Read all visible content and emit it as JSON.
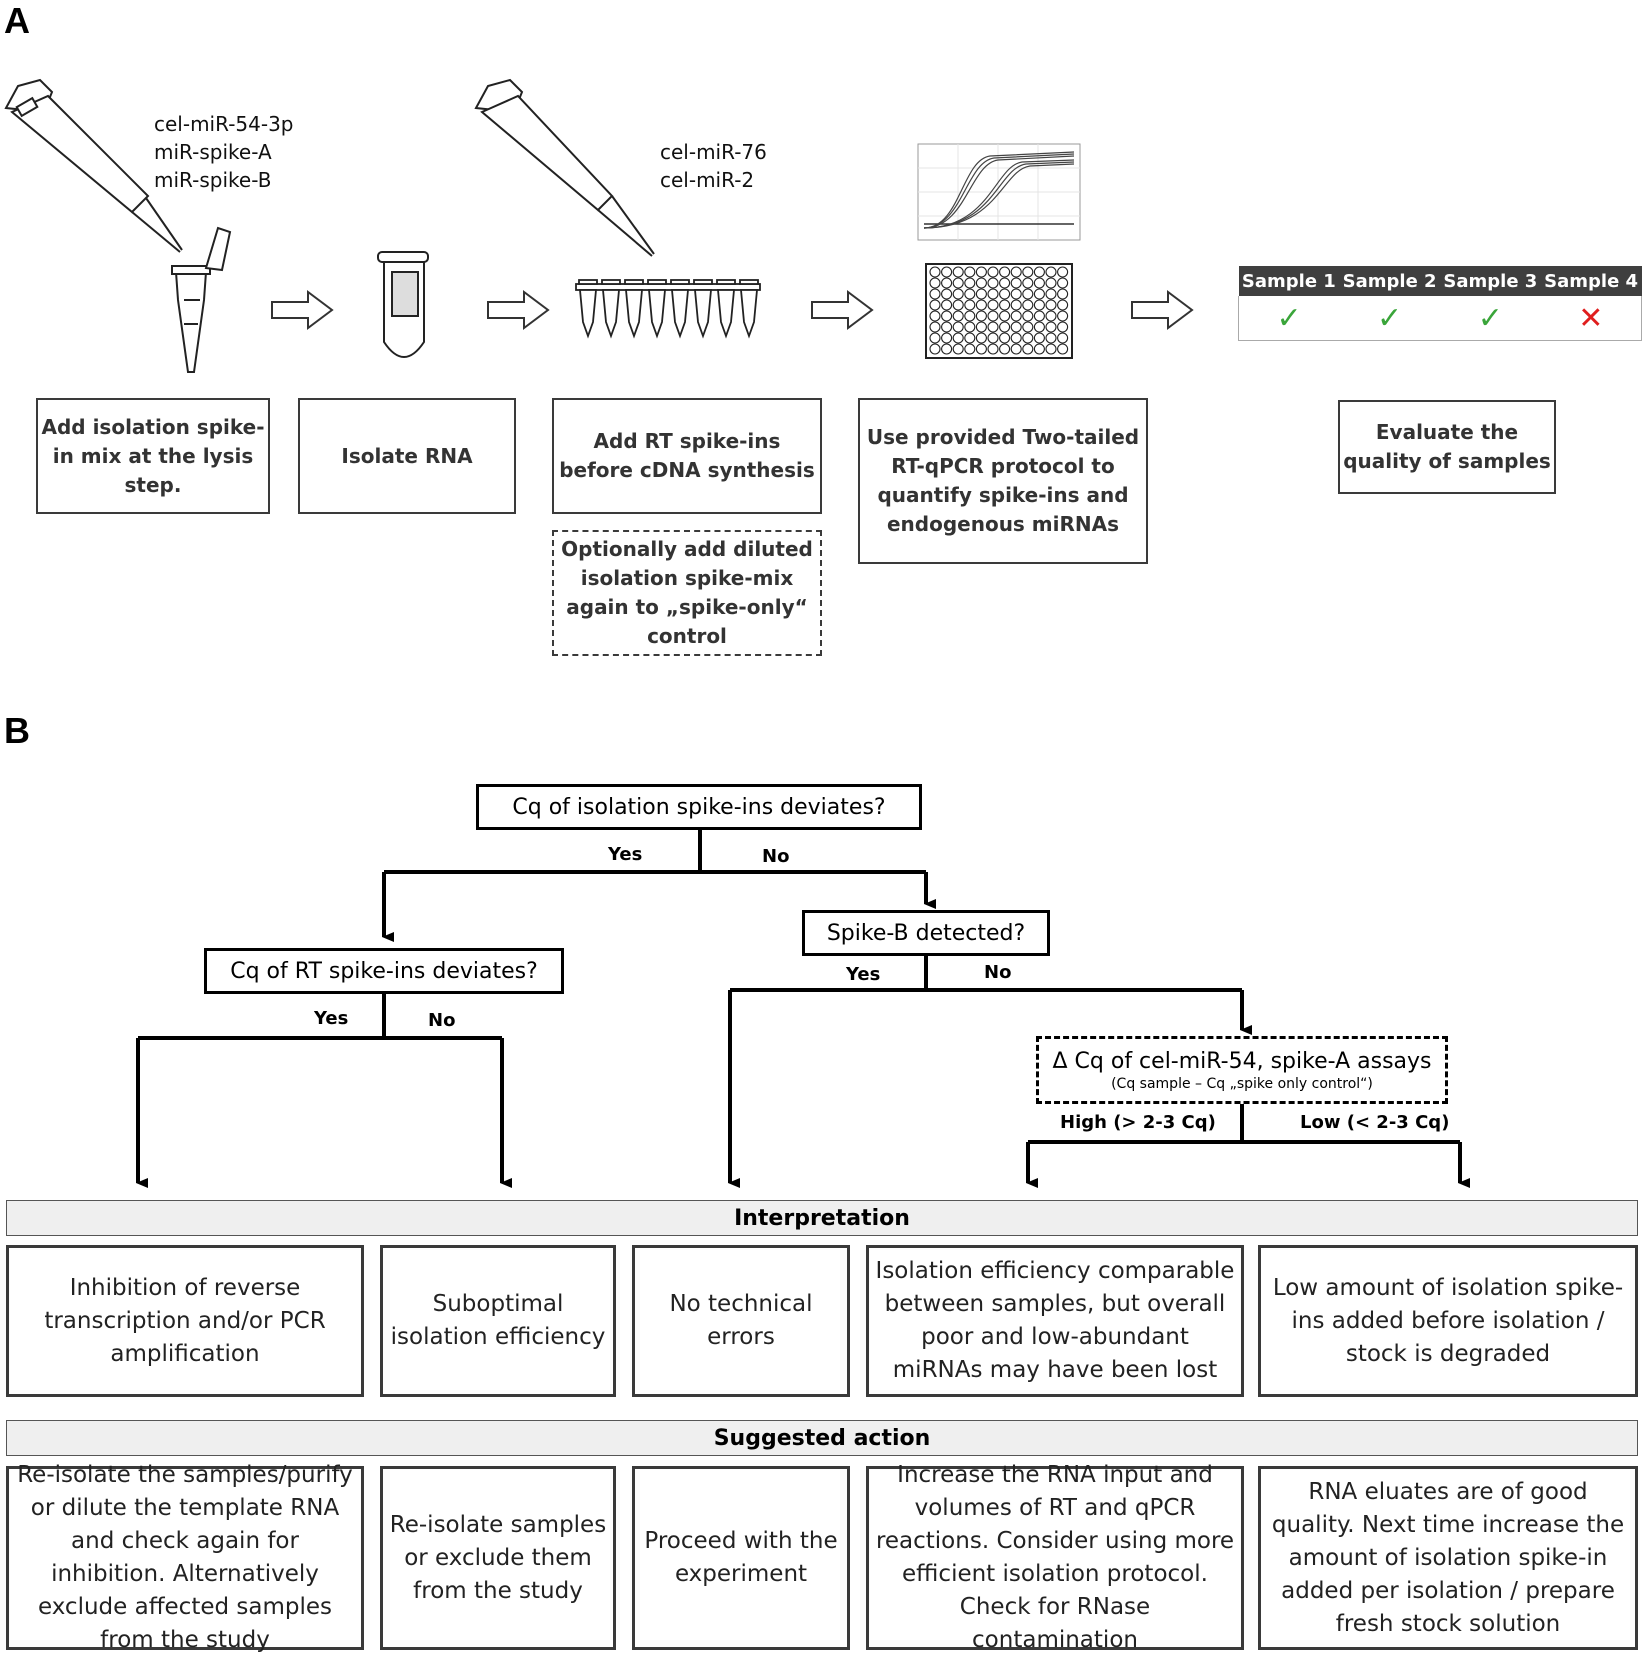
{
  "panel_a": {
    "letter": "A",
    "reagents_isolation": [
      "cel-miR-54-3p",
      "miR-spike-A",
      "miR-spike-B"
    ],
    "reagents_rt": [
      "cel-miR-76",
      "cel-miR-2"
    ],
    "steps": [
      "Add isolation spike-in mix at the lysis step.",
      "Isolate RNA",
      "Add RT spike-ins before cDNA synthesis",
      "Use provided Two-tailed RT-qPCR protocol to quantify spike-ins and endogenous miRNAs",
      "Evaluate the quality of samples"
    ],
    "optional_step": "Optionally add diluted isolation spike-mix again to „spike-only“ control",
    "samples": [
      "Sample 1",
      "Sample 2",
      "Sample 3",
      "Sample 4"
    ],
    "sample_results": [
      "✓",
      "✓",
      "✓",
      "✕"
    ]
  },
  "panel_b": {
    "letter": "B",
    "q1": "Cq of isolation spike-ins deviates?",
    "q2": "Cq of RT spike-ins deviates?",
    "q3": "Spike-B detected?",
    "q4_main": "Δ Cq of cel-miR-54, spike-A assays",
    "q4_sub": "(Cq sample – Cq „spike only control“)",
    "yes": "Yes",
    "no": "No",
    "high": "High (> 2-3 Cq)",
    "low": "Low (< 2-3 Cq)",
    "interpretation_header": "Interpretation",
    "action_header": "Suggested action",
    "interpretations": [
      "Inhibition of reverse transcription and/or PCR amplification",
      "Suboptimal isolation efficiency",
      "No technical errors",
      "Isolation efficiency comparable between samples, but overall poor and low-abundant miRNAs may have been lost",
      "Low amount of isolation spike-ins added before isolation / stock is degraded"
    ],
    "actions": [
      "Re-isolate the samples/purify or dilute the template RNA and check again for inhibition. Alternatively exclude affected samples from the study",
      "Re-isolate samples or exclude them from the study",
      "Proceed with the experiment",
      "Increase the RNA input and volumes of RT and qPCR reactions. Consider using more efficient isolation protocol. Check for RNase contamination",
      "RNA eluates are of good quality. Next time increase the amount of isolation spike-in added per isolation / prepare fresh stock solution"
    ]
  }
}
